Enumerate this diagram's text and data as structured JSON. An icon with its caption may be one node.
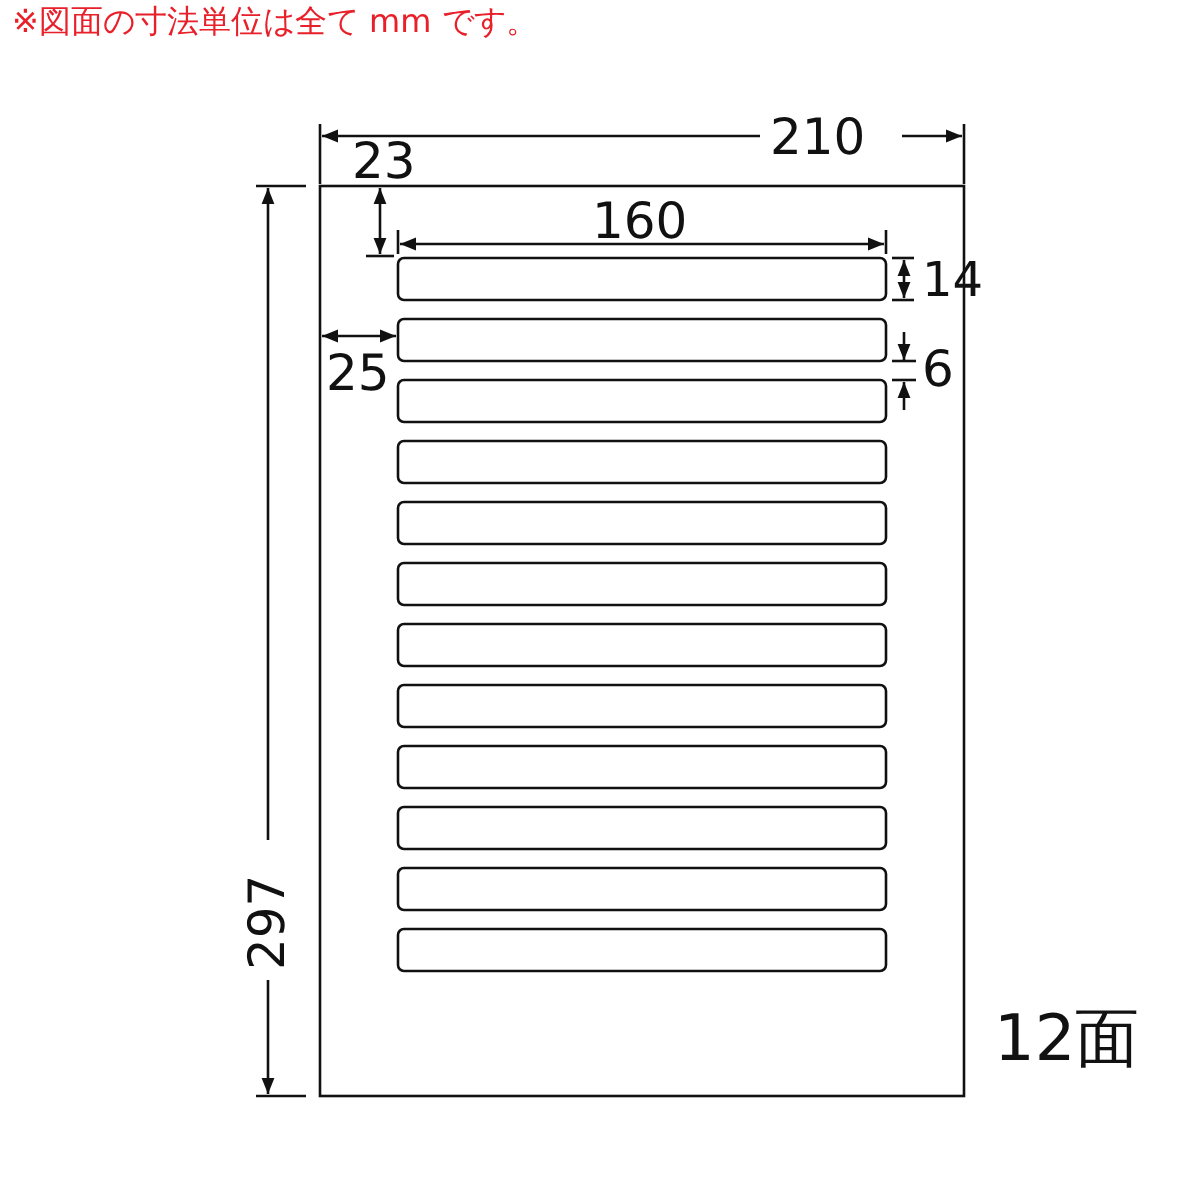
{
  "diagram": {
    "labels": [
      "※図面の寸法単位は全て mm です。",
      "210",
      "23",
      "160",
      "14",
      "25",
      "6",
      "297",
      "12面"
    ]
  }
}
